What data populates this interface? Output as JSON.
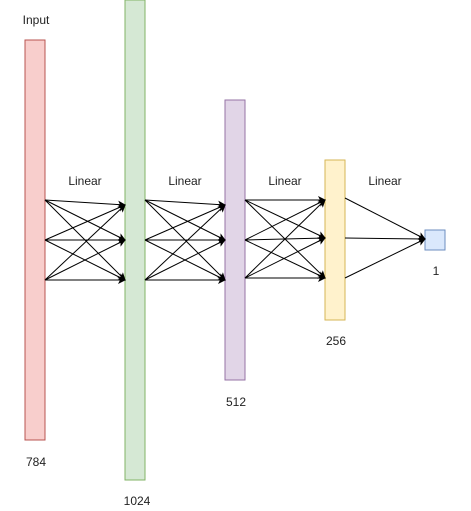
{
  "layers": [
    {
      "id": "input",
      "top_label": "Input",
      "size_label": "784",
      "fill": "#f8cecc",
      "stroke": "#b85450"
    },
    {
      "id": "hidden1",
      "size_label": "1024",
      "fill": "#d5e8d4",
      "stroke": "#82b366"
    },
    {
      "id": "hidden2",
      "size_label": "512",
      "fill": "#e1d5e7",
      "stroke": "#9673a6"
    },
    {
      "id": "hidden3",
      "size_label": "256",
      "fill": "#fff2cc",
      "stroke": "#d6b656"
    },
    {
      "id": "output",
      "size_label": "1",
      "fill": "#dae8fc",
      "stroke": "#6c8ebf"
    }
  ],
  "connections": [
    {
      "id": "linear-1",
      "label": "Linear"
    },
    {
      "id": "linear-2",
      "label": "Linear"
    },
    {
      "id": "linear-3",
      "label": "Linear"
    },
    {
      "id": "linear-4",
      "label": "Linear"
    }
  ],
  "colors": {
    "arrow": "#000000"
  }
}
